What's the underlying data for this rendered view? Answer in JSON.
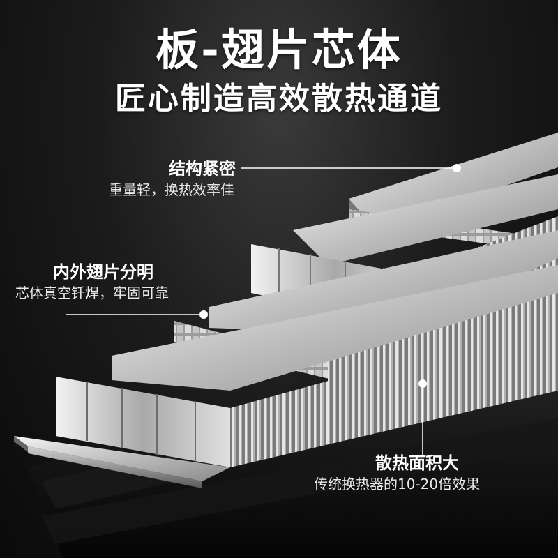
{
  "title": {
    "main": "板-翅片芯体",
    "sub": "匠心制造高效散热通道"
  },
  "callouts": {
    "compact": {
      "heading": "结构紧密",
      "desc": "重量轻，换热效率佳"
    },
    "fins": {
      "heading": "内外翅片分明",
      "desc": "芯体真空钎焊，牢固可靠"
    },
    "area": {
      "heading": "散热面积大",
      "desc": "传统换热器的10-20倍效果"
    }
  },
  "colors": {
    "background": "#141414",
    "text": "#ffffff",
    "metal_light": "#e8e8e8",
    "metal_dark": "#6e6e6e"
  }
}
